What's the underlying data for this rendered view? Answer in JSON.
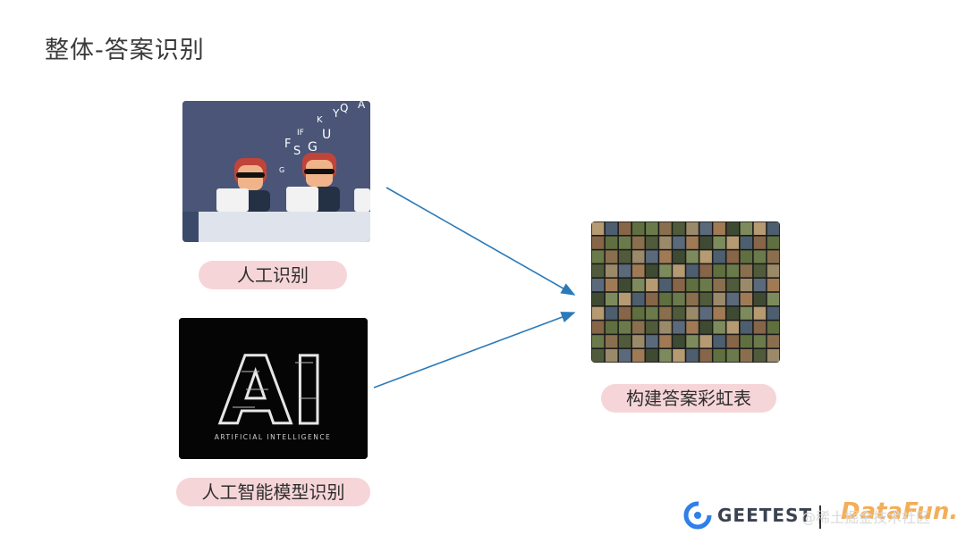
{
  "slide": {
    "title": "整体-答案识别",
    "labels": {
      "human": "人工识别",
      "ai_model": "人工智能模型识别",
      "rainbow_table": "构建答案彩虹表"
    },
    "human_image": {
      "floating_letters": [
        "A",
        "Q",
        "Y",
        "U",
        "F",
        "S",
        "G",
        "K",
        "IF",
        "G"
      ]
    },
    "ai_image": {
      "big_text": "AI",
      "caption": "ARTIFICIAL INTELLIGENCE"
    },
    "footer": {
      "logo_text": "GEETEST",
      "watermark": "@稀土掘金技术社区",
      "brand": "DataFun."
    }
  },
  "colors": {
    "pill_bg": "#f6d5d8",
    "arrow": "#2c7ab8",
    "human_bg": "#4a5577"
  }
}
